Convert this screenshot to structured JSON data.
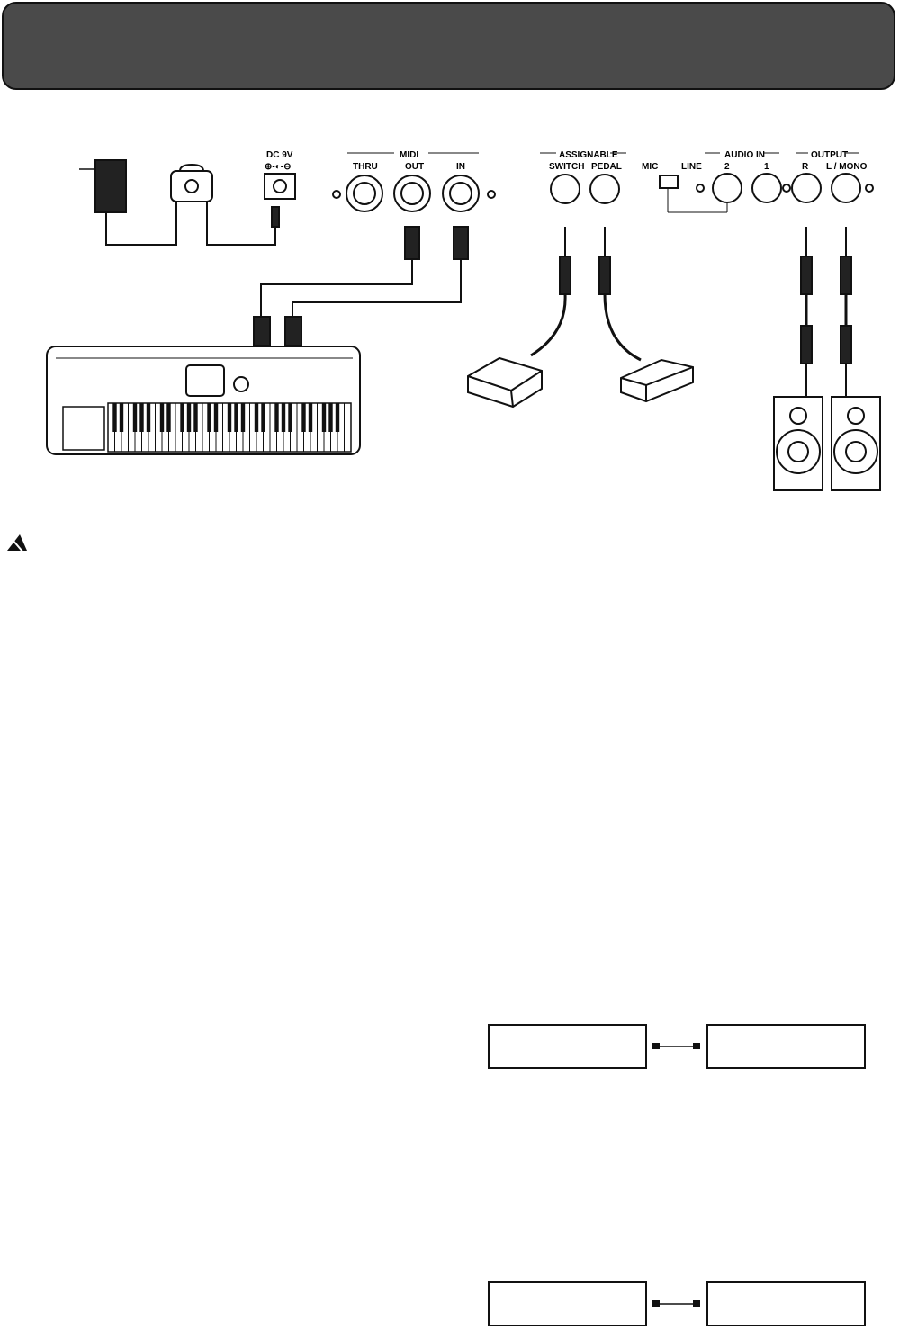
{
  "power": {
    "label": "DC 9V",
    "polarity": "⊕-◐-⊖"
  },
  "midi": {
    "group_label": "MIDI",
    "ports": [
      "THRU",
      "OUT",
      "IN"
    ]
  },
  "assignable": {
    "group_label": "ASSIGNABLE",
    "ports": [
      "SWITCH",
      "PEDAL"
    ]
  },
  "audio_in": {
    "group_label": "AUDIO IN",
    "switch_mic": "MIC",
    "switch_line": "LINE",
    "ports": [
      "2",
      "1"
    ]
  },
  "output": {
    "group_label": "OUTPUT",
    "ports": [
      "R",
      "L / MONO"
    ]
  },
  "colors": {
    "header": "#4a4a4a",
    "line": "#111111"
  }
}
